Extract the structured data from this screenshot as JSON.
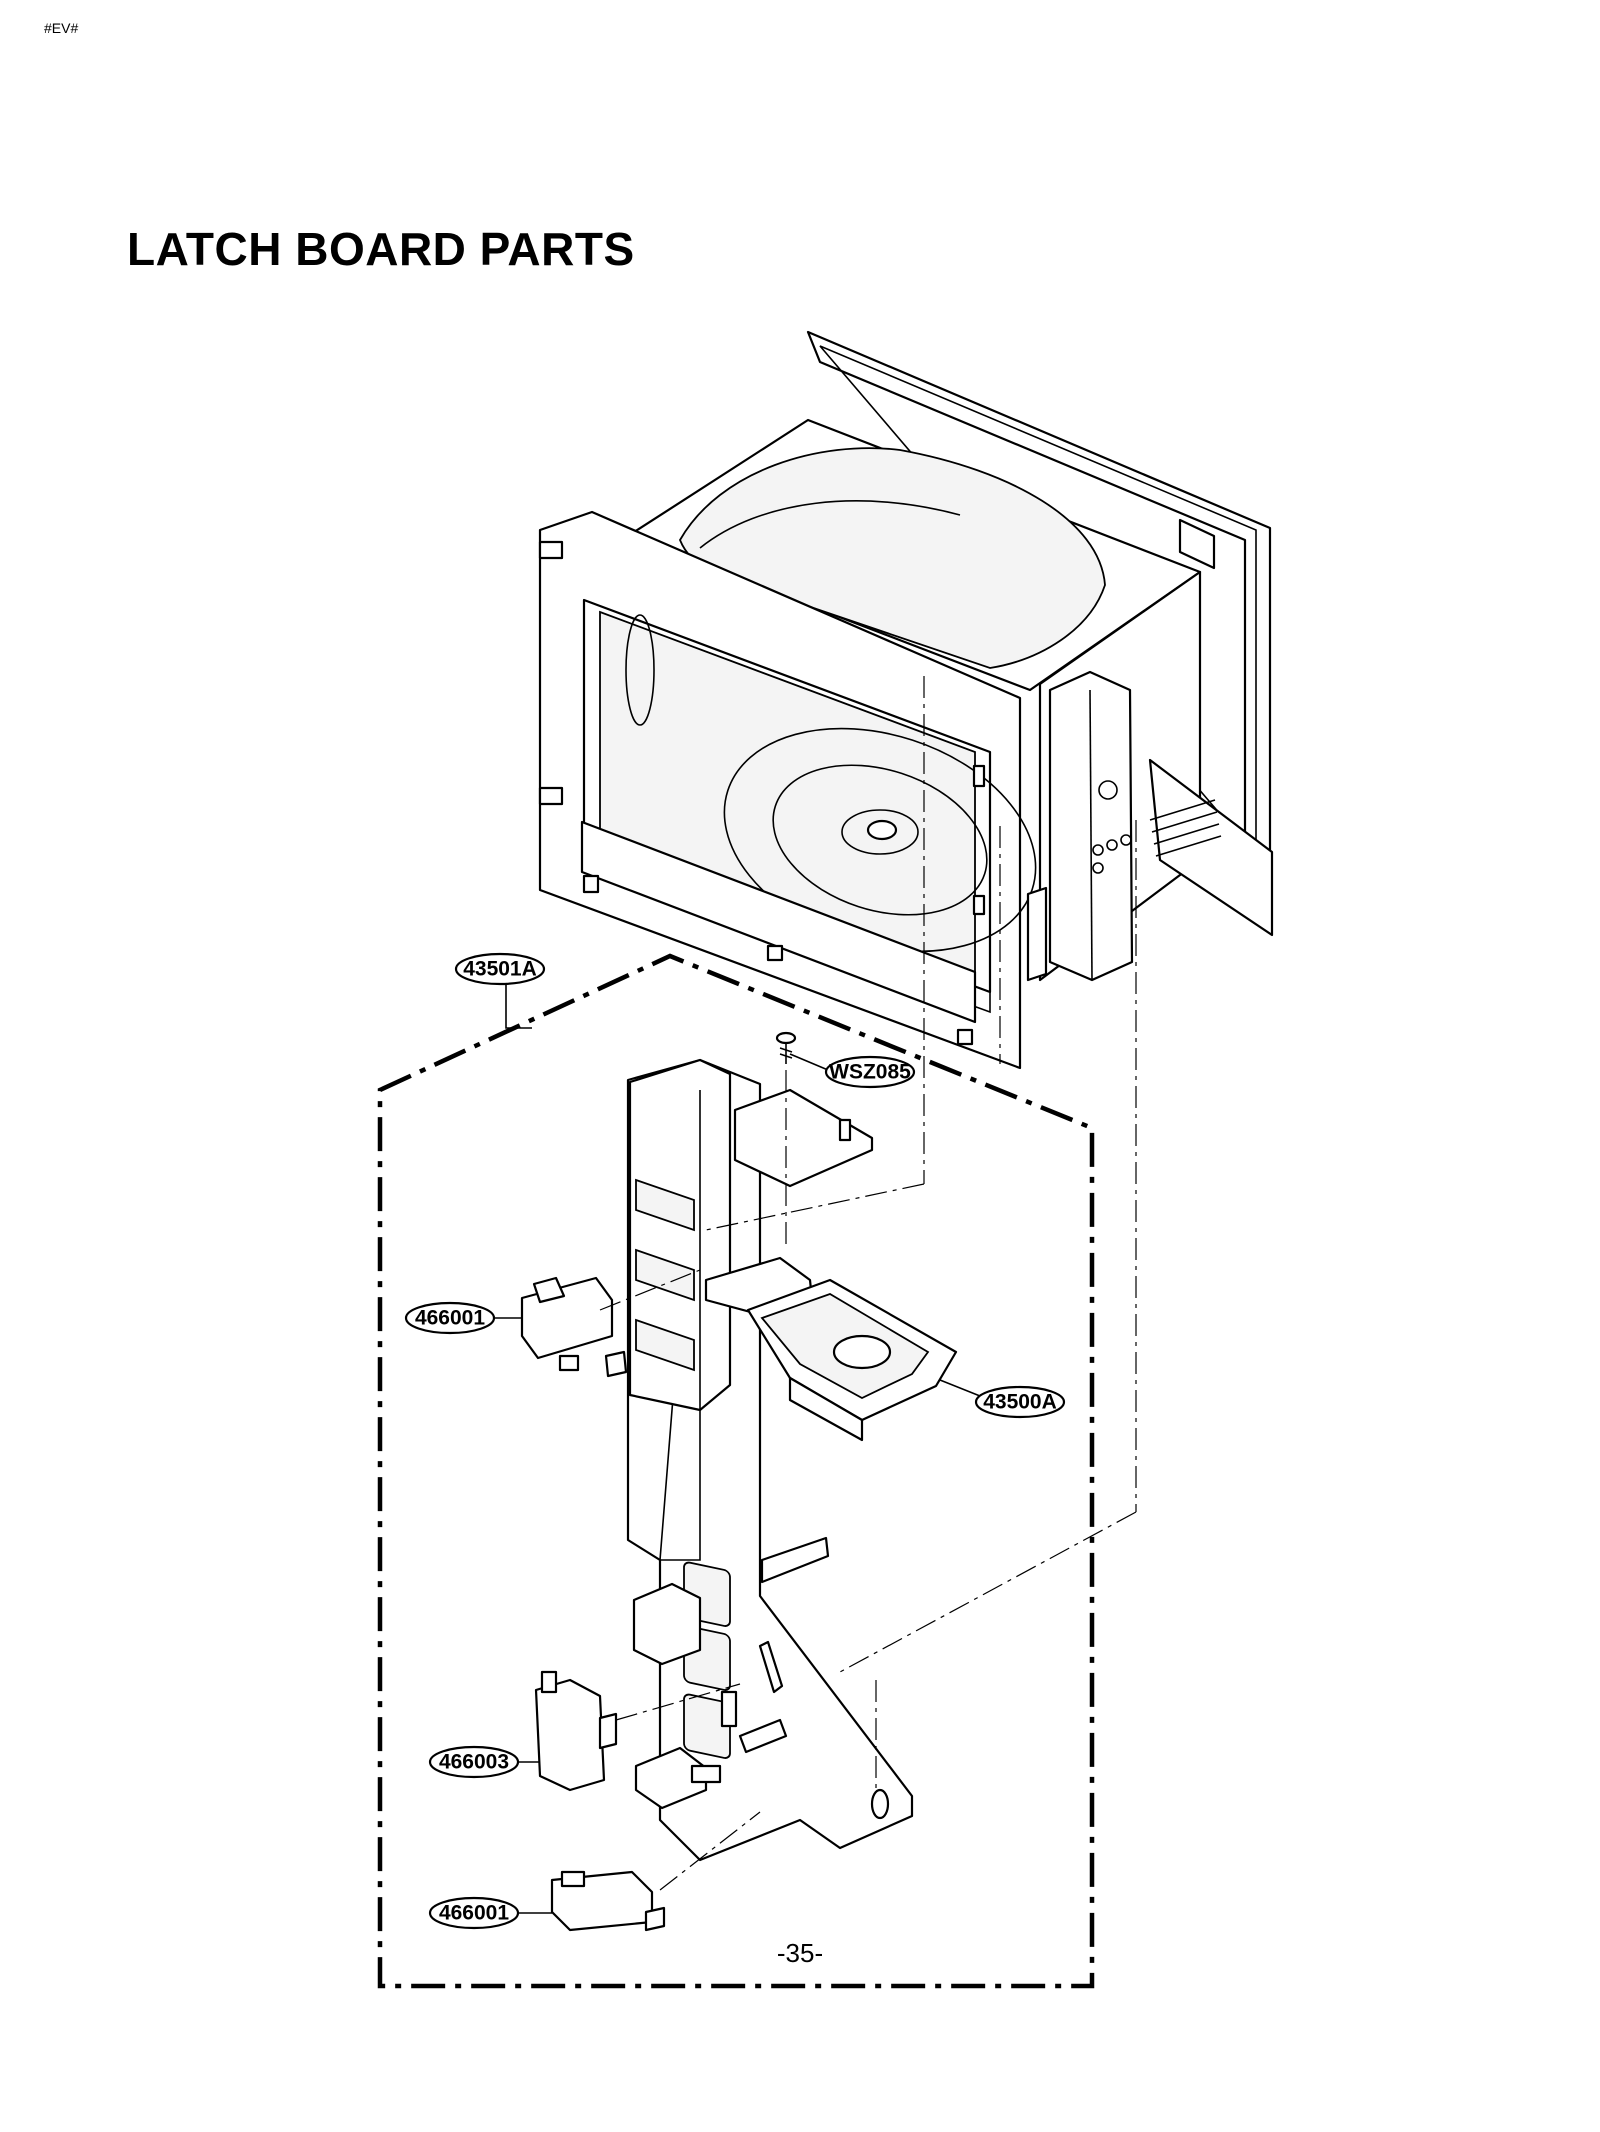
{
  "header": {
    "tag": "#EV#"
  },
  "title": "LATCH BOARD PARTS",
  "footer": {
    "page_number": "-35-"
  },
  "callouts": [
    {
      "id": "latch-board-assembly",
      "label": "43501A"
    },
    {
      "id": "screw",
      "label": "WSZ085"
    },
    {
      "id": "upper-micro-switch",
      "label": "466001"
    },
    {
      "id": "lever",
      "label": "43500A"
    },
    {
      "id": "middle-micro-switch",
      "label": "466003"
    },
    {
      "id": "lower-micro-switch",
      "label": "466001"
    }
  ]
}
